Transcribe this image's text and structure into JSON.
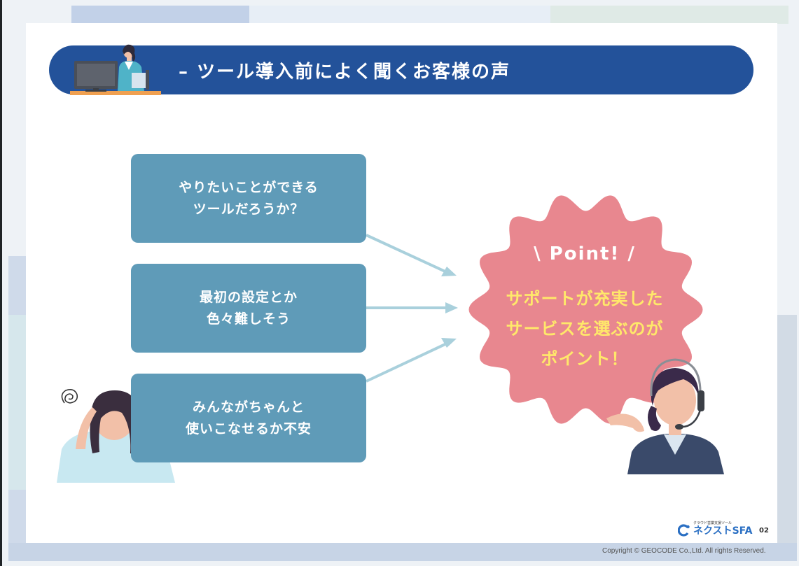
{
  "header": {
    "title": "– ツール導入前によく聞くお客様の声"
  },
  "questions": [
    {
      "line1": "やりたいことができる",
      "line2": "ツールだろうか？"
    },
    {
      "line1": "最初の設定とか",
      "line2": "色々難しそう"
    },
    {
      "line1": "みんながちゃんと",
      "line2": "使いこなせるか不安"
    }
  ],
  "point": {
    "label": "\\ Point! /",
    "lines": [
      "サポートが充実した",
      "サービスを選ぶのが",
      "ポイント！"
    ]
  },
  "footer": {
    "logo_tagline": "クラウド営業支援ツール",
    "logo_name": "ネクストSFA",
    "page_number": "02",
    "copyright": "Copyright © GEOCODE Co.,Ltd. All rights Reserved."
  },
  "colors": {
    "header": "#23529a",
    "question_box": "#5f9bb8",
    "point_bubble": "#e8878f",
    "point_text": "#ffe86a",
    "arrow": "#a9d0dc"
  }
}
